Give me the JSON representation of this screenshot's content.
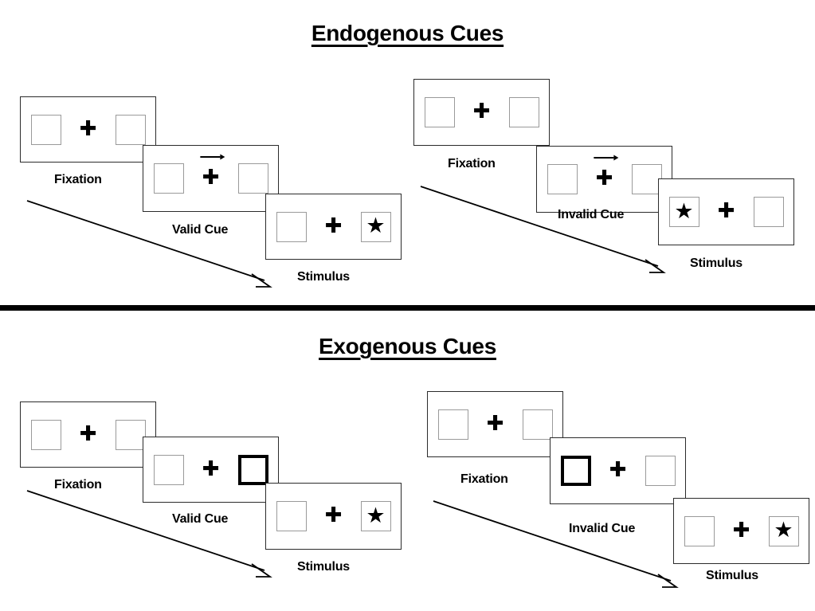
{
  "page": {
    "background": "#ffffff",
    "ink": "#000000",
    "slot_border_color": "#9a9a9a",
    "panel_border_color": "#2b2b2b",
    "cue_highlight_color": "#000000"
  },
  "sections": [
    {
      "id": "endogenous",
      "title": "Endogenous Cues",
      "cue_type": "arrow",
      "columns": [
        {
          "id": "endogenous-valid",
          "panels": [
            {
              "caption": "Fixation",
              "left_box": "empty",
              "right_box": "empty",
              "cue": "none",
              "stimulus_side": "none"
            },
            {
              "caption": "Valid Cue",
              "left_box": "empty",
              "right_box": "empty",
              "cue": "arrow-right",
              "stimulus_side": "none"
            },
            {
              "caption": "Stimulus",
              "left_box": "empty",
              "right_box": "star",
              "cue": "none",
              "stimulus_side": "right"
            }
          ]
        },
        {
          "id": "endogenous-invalid",
          "panels": [
            {
              "caption": "Fixation",
              "left_box": "empty",
              "right_box": "empty",
              "cue": "none",
              "stimulus_side": "none"
            },
            {
              "caption": "Invalid Cue",
              "left_box": "empty",
              "right_box": "empty",
              "cue": "arrow-right",
              "stimulus_side": "none"
            },
            {
              "caption": "Stimulus",
              "left_box": "star",
              "right_box": "empty",
              "cue": "none",
              "stimulus_side": "left"
            }
          ]
        }
      ]
    },
    {
      "id": "exogenous",
      "title": "Exogenous Cues",
      "cue_type": "box-flash",
      "columns": [
        {
          "id": "exogenous-valid",
          "panels": [
            {
              "caption": "Fixation",
              "left_box": "empty",
              "right_box": "empty",
              "cue": "none",
              "stimulus_side": "none"
            },
            {
              "caption": "Valid Cue",
              "left_box": "empty",
              "right_box": "cued",
              "cue": "box-right",
              "stimulus_side": "none"
            },
            {
              "caption": "Stimulus",
              "left_box": "empty",
              "right_box": "star",
              "cue": "none",
              "stimulus_side": "right"
            }
          ]
        },
        {
          "id": "exogenous-invalid",
          "panels": [
            {
              "caption": "Fixation",
              "left_box": "empty",
              "right_box": "empty",
              "cue": "none",
              "stimulus_side": "none"
            },
            {
              "caption": "Invalid Cue",
              "left_box": "cued",
              "right_box": "empty",
              "cue": "box-left",
              "stimulus_side": "none"
            },
            {
              "caption": "Stimulus",
              "left_box": "empty",
              "right_box": "star",
              "cue": "none",
              "stimulus_side": "right"
            }
          ]
        }
      ]
    }
  ],
  "glyphs": {
    "plus": "✚",
    "star": "★"
  }
}
